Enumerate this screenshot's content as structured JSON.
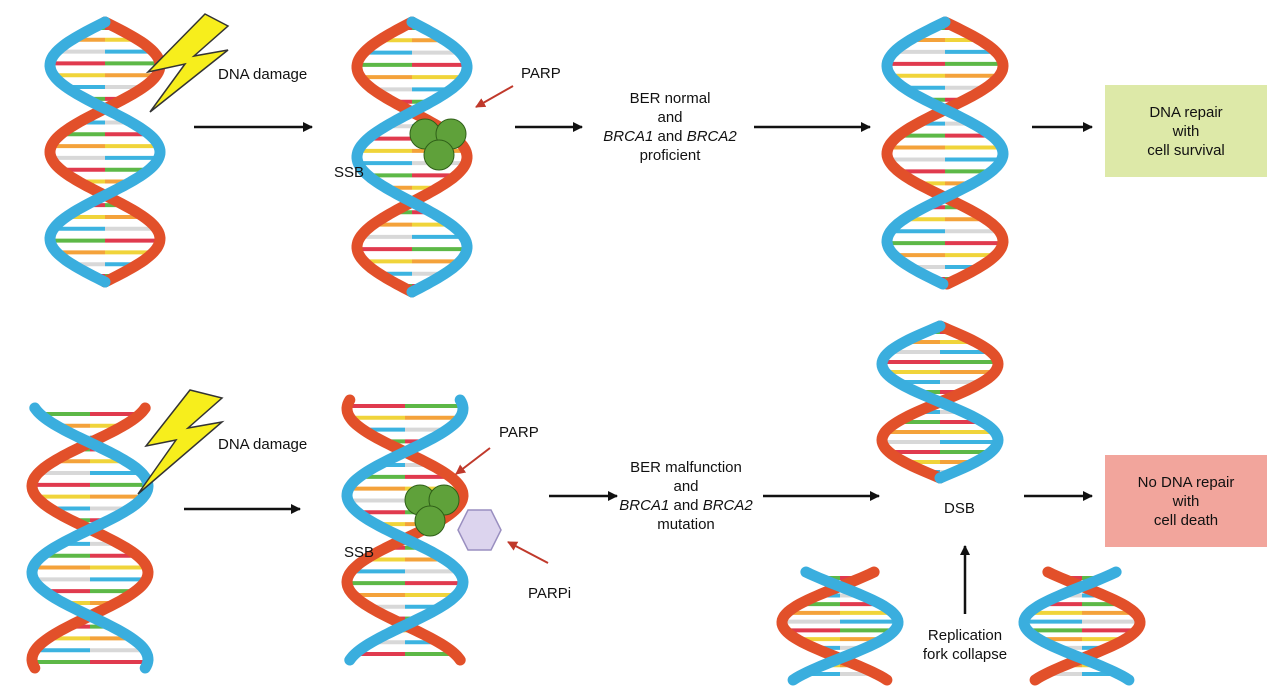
{
  "colors": {
    "strand_red": "#e2502a",
    "strand_blue": "#3aaede",
    "rungs": [
      "#e03a4e",
      "#f0d43a",
      "#3cb3e0",
      "#5db847",
      "#f4a23a",
      "#d8d8d8"
    ],
    "lightning": "#f7ee1c",
    "parp_green": "#5fa13a",
    "parpi_lavender": "#dcd4ee",
    "pointer_red": "#c0392b",
    "survival_box": "#dde9a8",
    "death_box": "#f2a59c"
  },
  "icons": {
    "damage": "lightning-bolt-icon",
    "parp": "green-sphere-cluster-icon",
    "parpi": "hexagon-icon"
  },
  "row1": {
    "damage_label": "DNA damage",
    "ssb_label": "SSB",
    "parp_label": "PARP",
    "condition": {
      "line1": "BER normal",
      "line2": "and",
      "line3_gene1": "BRCA1",
      "line3_and": "and",
      "line3_gene2": "BRCA2",
      "line4": "proficient"
    },
    "outcome": {
      "line1": "DNA repair",
      "line2": "with",
      "line3": "cell survival"
    }
  },
  "row2": {
    "damage_label": "DNA damage",
    "ssb_label": "SSB",
    "parp_label": "PARP",
    "parpi_label": "PARPi",
    "condition": {
      "line1": "BER malfunction",
      "line2": "and",
      "line3_gene1": "BRCA1",
      "line3_and": "and",
      "line3_gene2": "BRCA2",
      "line4": "mutation"
    },
    "dsb_label": "DSB",
    "fork": {
      "line1": "Replication",
      "line2": "fork collapse"
    },
    "outcome": {
      "line1": "No DNA repair",
      "line2": "with",
      "line3": "cell death"
    }
  }
}
